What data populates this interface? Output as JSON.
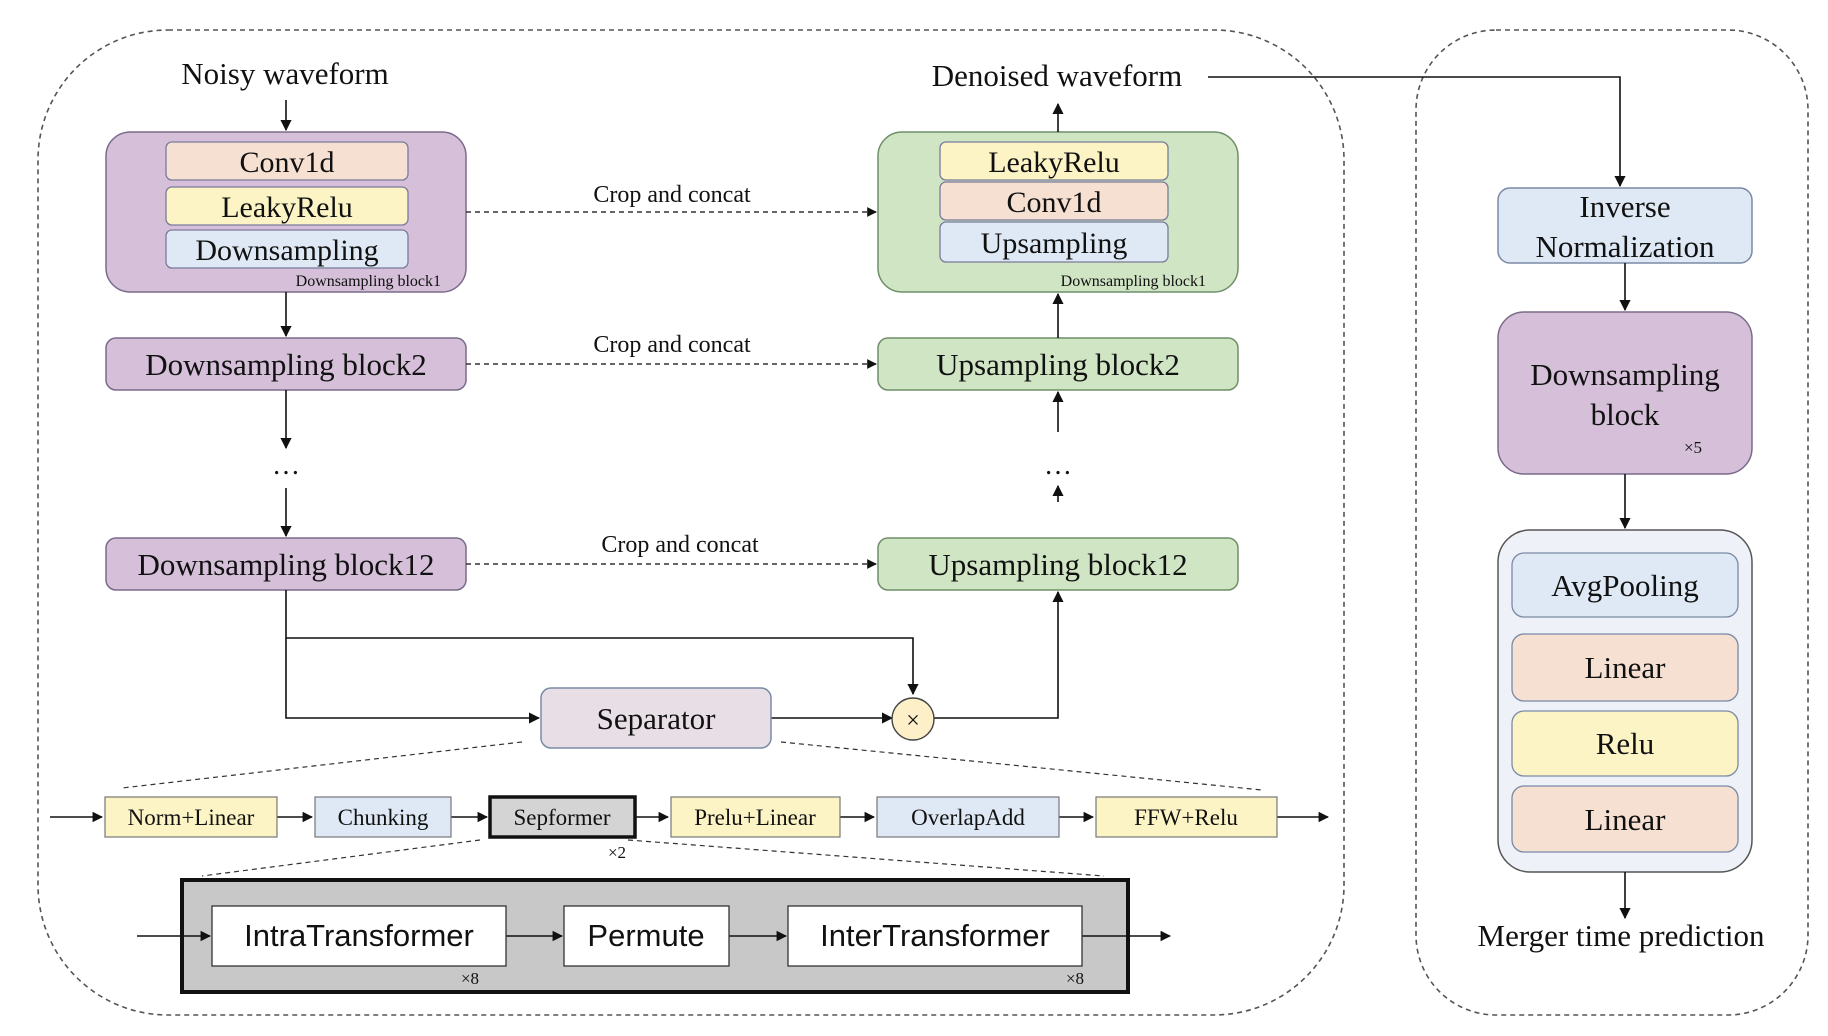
{
  "labels": {
    "noisy_waveform": "Noisy waveform",
    "denoised_waveform": "Denoised waveform",
    "merger_time_prediction": "Merger time prediction",
    "crop_and_concat_1": "Crop and concat",
    "crop_and_concat_2": "Crop and concat",
    "crop_and_concat_3": "Crop and concat",
    "ellipsis_left": "…",
    "ellipsis_right": "…",
    "multiply_symbol": "×"
  },
  "encoder": {
    "block1": {
      "layers": [
        "Conv1d",
        "LeakyRelu",
        "Downsampling"
      ],
      "caption": "Downsampling block1"
    },
    "block2": "Downsampling block2",
    "block12": "Downsampling block12"
  },
  "decoder": {
    "block1": {
      "layers": [
        "LeakyRelu",
        "Conv1d",
        "Upsampling"
      ],
      "caption": "Downsampling block1"
    },
    "block2": "Upsampling block2",
    "block12": "Upsampling block12"
  },
  "separator": {
    "label": "Separator",
    "pipeline": [
      "Norm+Linear",
      "Chunking",
      "Sepformer",
      "Prelu+Linear",
      "OverlapAdd",
      "FFW+Relu"
    ],
    "sepformer_repeat": "×2",
    "sepformer_detail": [
      "IntraTransformer",
      "Permute",
      "InterTransformer"
    ],
    "intra_repeat": "×8",
    "inter_repeat": "×8"
  },
  "predictor": {
    "inverse_norm_line1": "Inverse",
    "inverse_norm_line2": "Normalization",
    "down_line1": "Downsampling",
    "down_line2": "block",
    "down_repeat": "×5",
    "head": [
      "AvgPooling",
      "Linear",
      "Relu",
      "Linear"
    ]
  },
  "colors": {
    "purple": "#d5bfd9",
    "green": "#cfe5c4",
    "peach": "#f6e0d2",
    "yellow": "#fdf4c6",
    "blue": "#dfe9f5",
    "separator": "#e8dfe6",
    "grey_panel": "#c8c8c8",
    "head_panel": "#eef1f7",
    "multiply_circle": "#fdf0c8"
  }
}
